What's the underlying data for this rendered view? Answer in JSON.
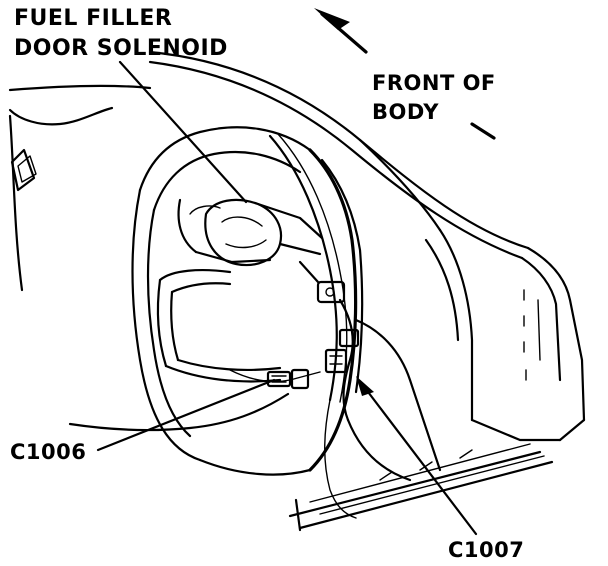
{
  "labels": {
    "fuel_filler_line1": "FUEL FILLER",
    "fuel_filler_line2": "DOOR SOLENOID",
    "front_line1": "FRONT OF",
    "front_line2": "BODY",
    "connector_c1006": "C1006",
    "connector_c1007": "C1007"
  },
  "colors": {
    "ink": "#000000",
    "paper": "#ffffff"
  }
}
